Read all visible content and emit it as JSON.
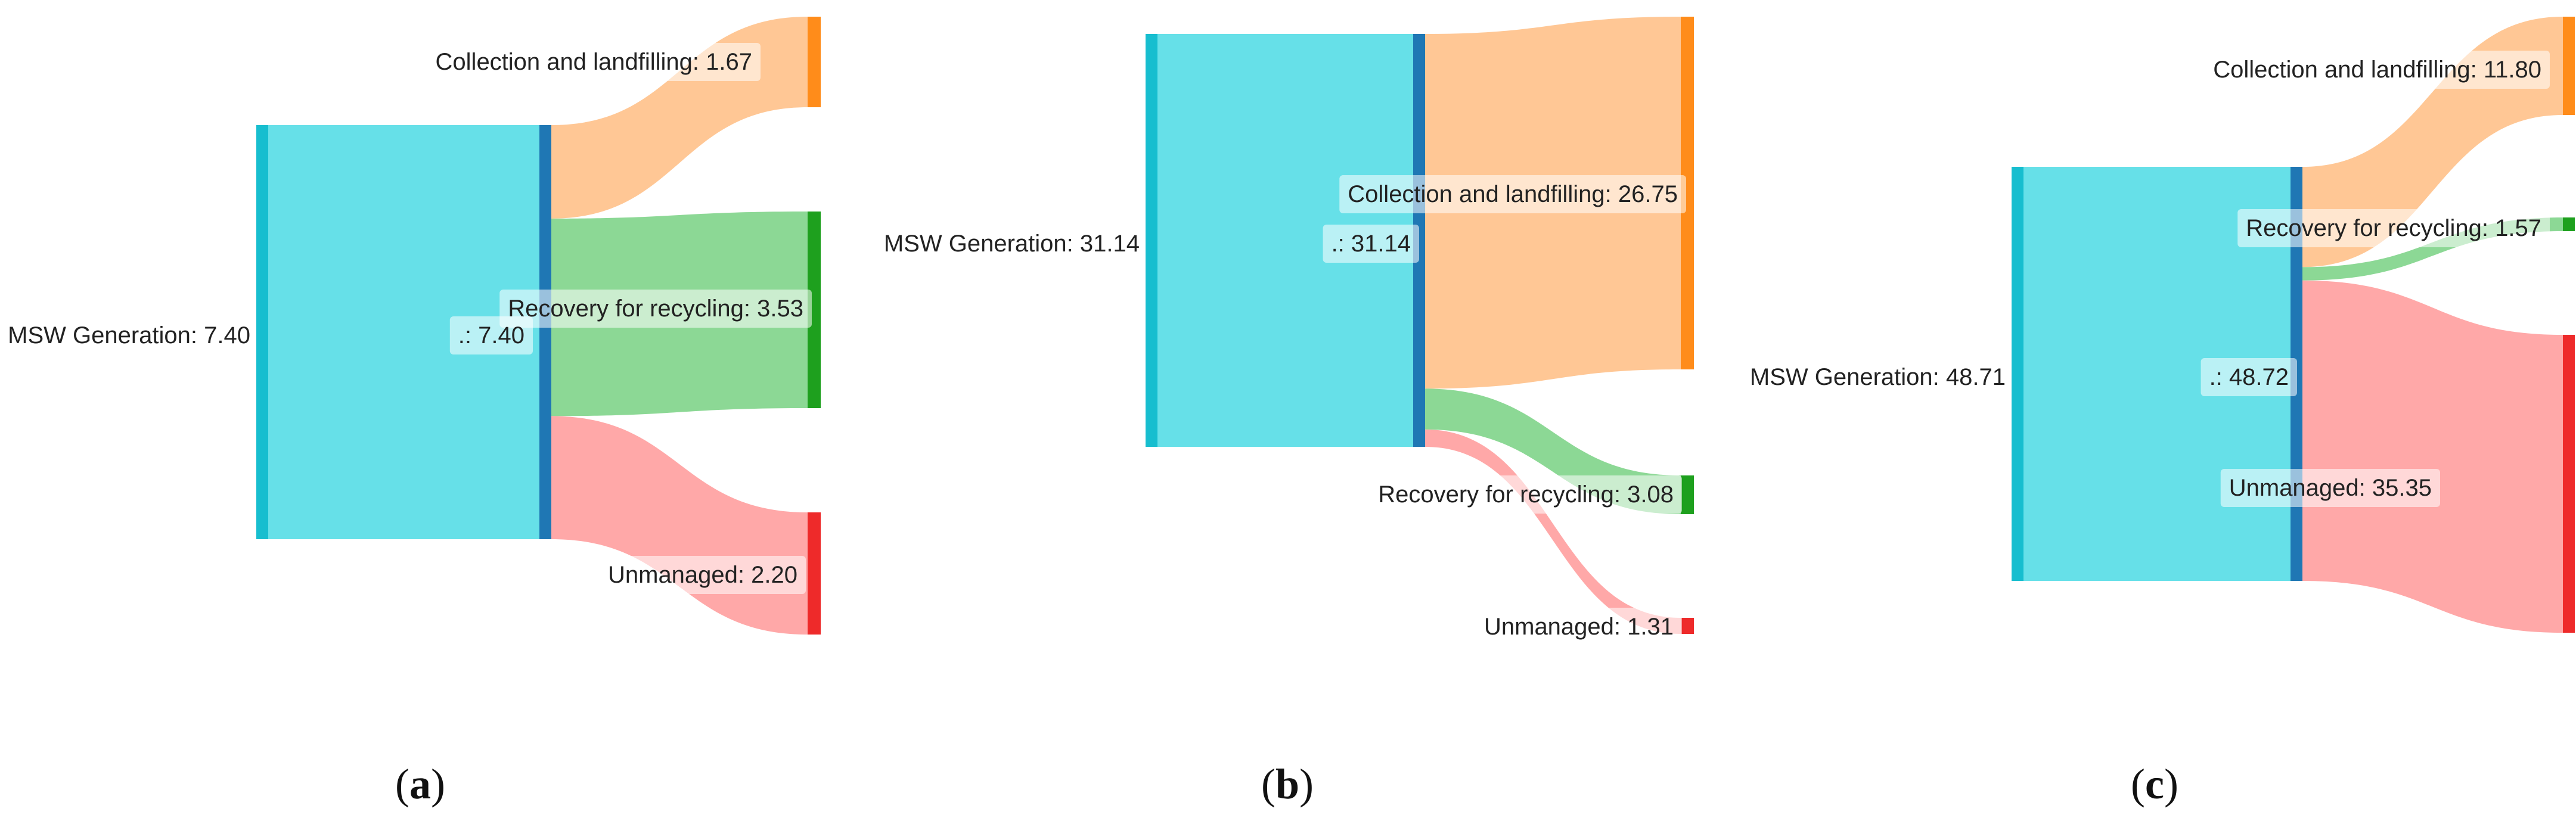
{
  "colors": {
    "source_node": "#17BECF",
    "source_bar": "#66E0E8",
    "split_node": "#1F77B4",
    "landfill": "#FF8C1A",
    "landfill_flow": "#FFC48F",
    "recycling": "#1EA01E",
    "recycling_flow": "#86D68F",
    "unmanaged": "#EE2A2A",
    "unmanaged_flow": "#FFA3A3"
  },
  "panels": [
    {
      "caption_open": "(",
      "caption_letter": "a",
      "caption_close": ")",
      "source_label": "MSW Generation: 7.40",
      "split_label": ".: 7.40",
      "targets": [
        {
          "key": "landfill",
          "label": "Collection and landfilling: 1.67",
          "value": 1.67
        },
        {
          "key": "recycling",
          "label": "Recovery for recycling: 3.53",
          "value": 3.53
        },
        {
          "key": "unmanaged",
          "label": "Unmanaged: 2.20",
          "value": 2.2
        }
      ]
    },
    {
      "caption_open": "(",
      "caption_letter": "b",
      "caption_close": ")",
      "source_label": "MSW Generation: 31.14",
      "split_label": ".: 31.14",
      "targets": [
        {
          "key": "landfill",
          "label": "Collection and landfilling: 26.75",
          "value": 26.75
        },
        {
          "key": "recycling",
          "label": "Recovery for recycling: 3.08",
          "value": 3.08
        },
        {
          "key": "unmanaged",
          "label": "Unmanaged: 1.31",
          "value": 1.31
        }
      ]
    },
    {
      "caption_open": "(",
      "caption_letter": "c",
      "caption_close": ")",
      "source_label": "MSW Generation: 48.71",
      "split_label": ".: 48.72",
      "targets": [
        {
          "key": "landfill",
          "label": "Collection and landfilling: 11.80",
          "value": 11.8
        },
        {
          "key": "recycling",
          "label": "Recovery for recycling: 1.57",
          "value": 1.57
        },
        {
          "key": "unmanaged",
          "label": "Unmanaged: 35.35",
          "value": 35.35
        }
      ]
    }
  ]
}
